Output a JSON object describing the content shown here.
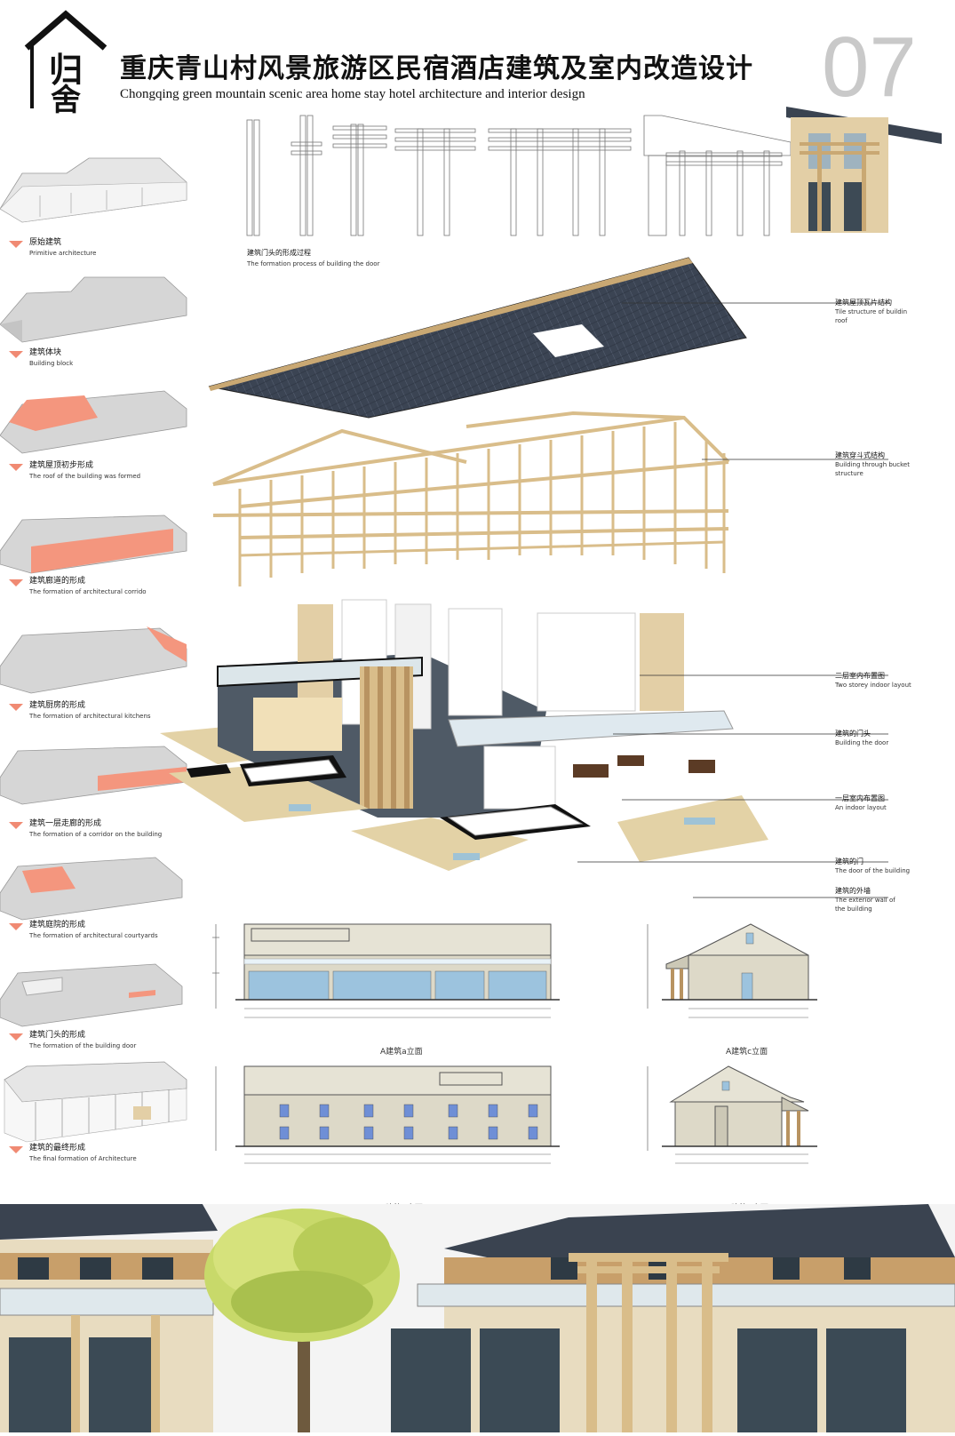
{
  "header": {
    "logo_text": "归舍",
    "title_cn": "重庆青山村风景旅游区民宿酒店建筑及室内改造设计",
    "title_en": "Chongqing green mountain scenic area home stay hotel architecture and interior design",
    "page_number": "07"
  },
  "steps": [
    {
      "cn": "原始建筑",
      "en": "Primitive architecture"
    },
    {
      "cn": "建筑体块",
      "en": "Building block"
    },
    {
      "cn": "建筑屋顶初步形成",
      "en": "The roof of the building was formed"
    },
    {
      "cn": "建筑廊道的形成",
      "en": "The formation of architectural corrido"
    },
    {
      "cn": "建筑厨房的形成",
      "en": "The formation of architectural kitchens"
    },
    {
      "cn": "建筑一层走廊的形成",
      "en": "The formation of a corridor on the building"
    },
    {
      "cn": "建筑庭院的形成",
      "en": "The formation of architectural courtyards"
    },
    {
      "cn": "建筑门头的形成",
      "en": "The formation of the building door"
    },
    {
      "cn": "建筑的最终形成",
      "en": "The final formation of Architecture"
    }
  ],
  "door_process": {
    "cn": "建筑门头的形成过程",
    "en": "The formation process of building the door"
  },
  "annotations": [
    {
      "cn": "建筑屋顶瓦片结构",
      "en1": "Tile structure of buildin",
      "en2": "roof"
    },
    {
      "cn": "建筑穿斗式结构",
      "en1": "Building through bucket",
      "en2": "structure"
    },
    {
      "cn": "二层室内布置图",
      "en1": "Two storey indoor layout",
      "en2": ""
    },
    {
      "cn": "建筑的门头",
      "en1": "Building the door",
      "en2": ""
    },
    {
      "cn": "一层室内布置图",
      "en1": "An indoor layout",
      "en2": ""
    },
    {
      "cn": "建筑的门",
      "en1": "The door of the building",
      "en2": ""
    },
    {
      "cn": "建筑的外墙",
      "en1": "The exterior wall of",
      "en2": "the building"
    }
  ],
  "elevations": {
    "a": "A建筑a立面",
    "b": "A建筑b立面",
    "c": "A建筑c立面",
    "d": "A建筑d立面"
  },
  "colors": {
    "accent": "#f08a73",
    "wood": "#e3cfa6",
    "roof": "#3a4350",
    "grey_block": "#d2d2d2"
  }
}
